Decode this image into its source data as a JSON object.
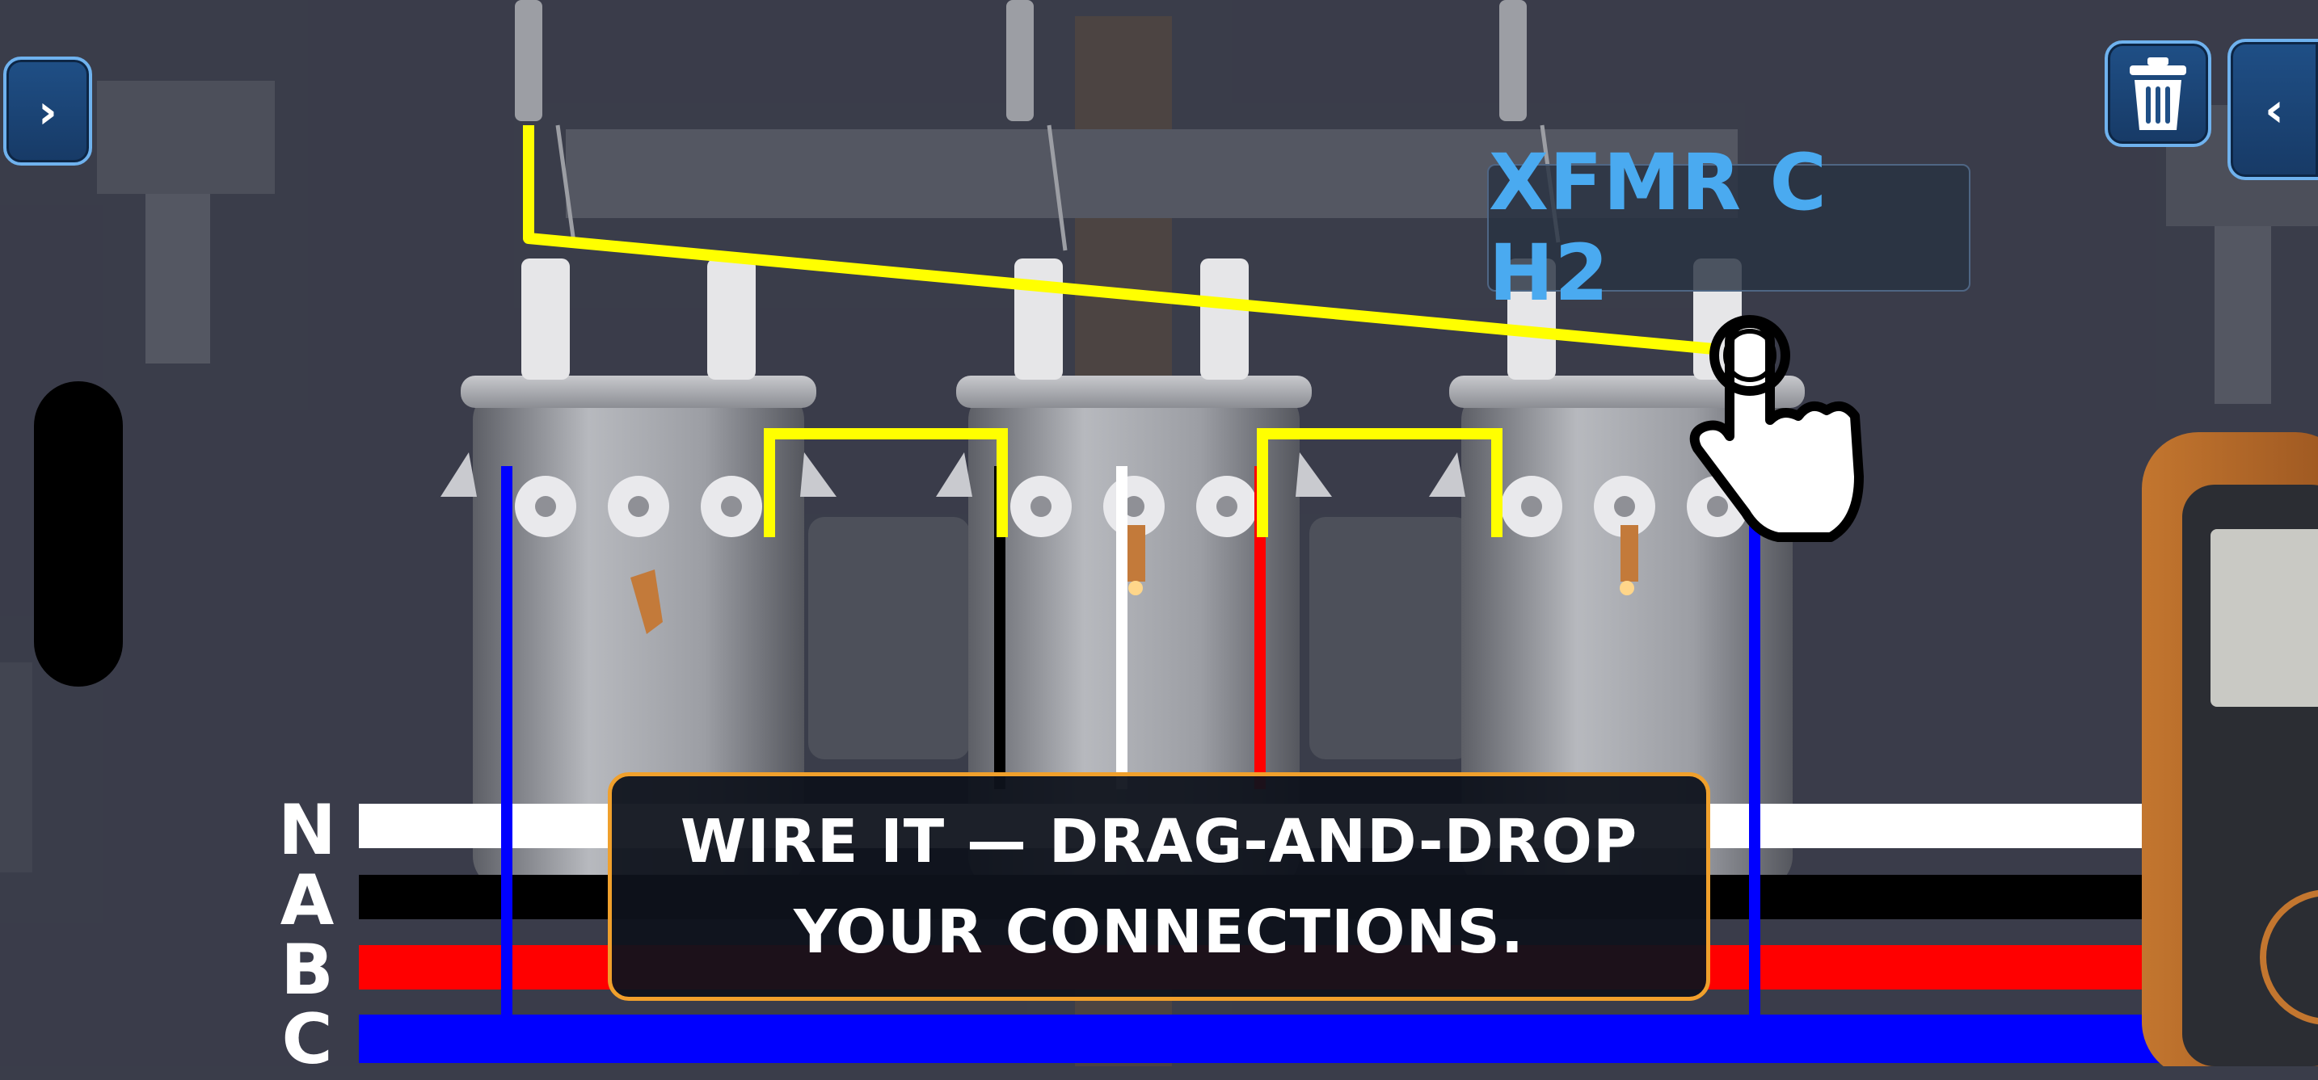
{
  "hud": {
    "left_panel_icon": "chevron-right-icon",
    "right_panel_icon": "chevron-left-icon",
    "trash_icon": "trash-can-icon",
    "pointer_icon": "hand-pointer-icon"
  },
  "glyphs": {
    "chevron_right": "›",
    "chevron_left": "‹"
  },
  "target_label": "XFMR C H2",
  "instruction": "Wire it — drag-and-drop your connections.",
  "bus_labels": [
    "N",
    "A",
    "B",
    "C"
  ],
  "colors": {
    "neutral": "#ffffff",
    "phase_a": "#000000",
    "phase_b": "#ff0000",
    "phase_c": "#0000ff",
    "jumper": "#ffff00",
    "label_text": "#4aaaf0",
    "instruction_border": "#f0a02c",
    "button_border": "#6fb2ee"
  }
}
